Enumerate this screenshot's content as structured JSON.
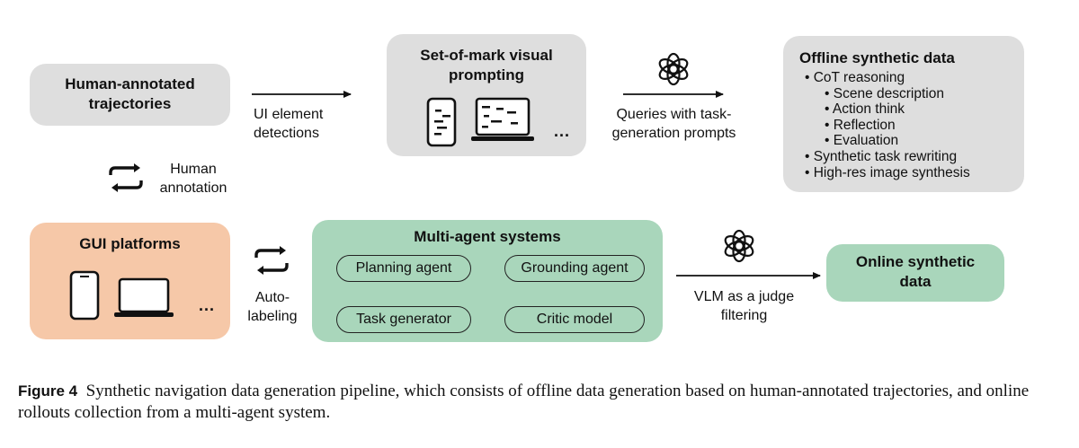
{
  "nodes": {
    "human_trajectories": "Human-annotated trajectories",
    "set_of_mark": "Set-of-mark visual prompting",
    "offline": {
      "title": "Offline synthetic data",
      "items": [
        {
          "level": 1,
          "text": "CoT reasoning"
        },
        {
          "level": 2,
          "text": "Scene description"
        },
        {
          "level": 2,
          "text": "Action think"
        },
        {
          "level": 2,
          "text": "Reflection"
        },
        {
          "level": 2,
          "text": "Evaluation"
        },
        {
          "level": 1,
          "text": "Synthetic task rewriting"
        },
        {
          "level": 1,
          "text": "High-res image synthesis"
        }
      ]
    },
    "gui_platforms": "GUI platforms",
    "multi_agent": {
      "title": "Multi-agent systems",
      "planning": "Planning agent",
      "grounding": "Grounding agent",
      "task_generator": "Task generator",
      "critic": "Critic model"
    },
    "online": "Online synthetic data"
  },
  "edges": {
    "ui_detection": "UI element detections",
    "queries": "Queries with task-generation prompts",
    "human_annotation": "Human annotation",
    "auto_labeling": "Auto-labeling",
    "vlm_judge": "VLM as a judge filtering"
  },
  "ellipsis": "...",
  "caption": {
    "label": "Figure 4",
    "text": "Synthetic navigation data generation pipeline, which consists of offline data generation based on human-annotated trajectories, and online rollouts collection from a multi-agent system."
  }
}
